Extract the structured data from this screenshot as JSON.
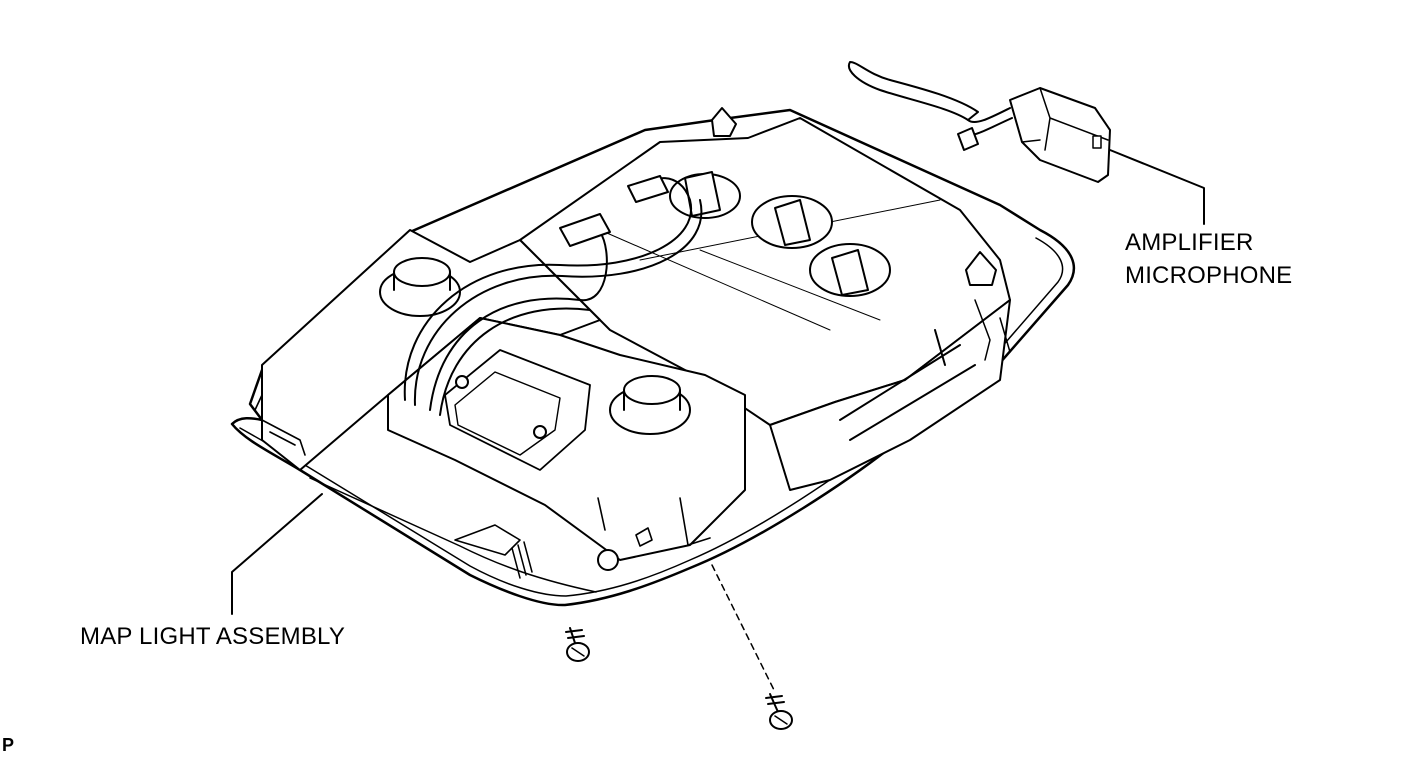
{
  "labels": {
    "map_light_assembly": "MAP LIGHT ASSEMBLY",
    "amplifier_microphone_line1": "AMPLIFIER",
    "amplifier_microphone_line2": "MICROPHONE",
    "corner_mark": "P"
  },
  "colors": {
    "line": "#000000",
    "housing_fill": "#ffffff",
    "background": "#ffffff"
  }
}
